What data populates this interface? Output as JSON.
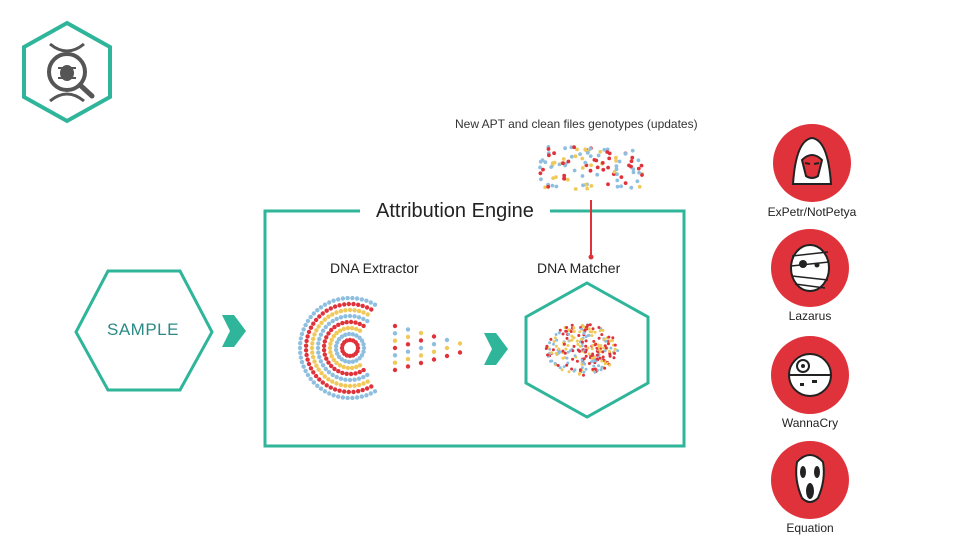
{
  "genotypes_caption": "New APT and clean files genotypes (updates)",
  "engine": {
    "title": "Attribution Engine"
  },
  "stages": {
    "extractor_label": "DNA Extractor",
    "matcher_label": "DNA Matcher"
  },
  "sample": {
    "label": "SAMPLE"
  },
  "apt_groups": [
    {
      "name": "ExPetr/NotPetya",
      "icon": "hooded-figure-icon"
    },
    {
      "name": "Lazarus",
      "icon": "mummy-icon"
    },
    {
      "name": "WannaCry",
      "icon": "death-star-icon"
    },
    {
      "name": "Equation",
      "icon": "scream-mask-icon"
    }
  ],
  "colors": {
    "teal": "#2fb59a",
    "red": "#e0323a",
    "blue": "#8fbfe0",
    "yellow": "#f0c95a"
  }
}
